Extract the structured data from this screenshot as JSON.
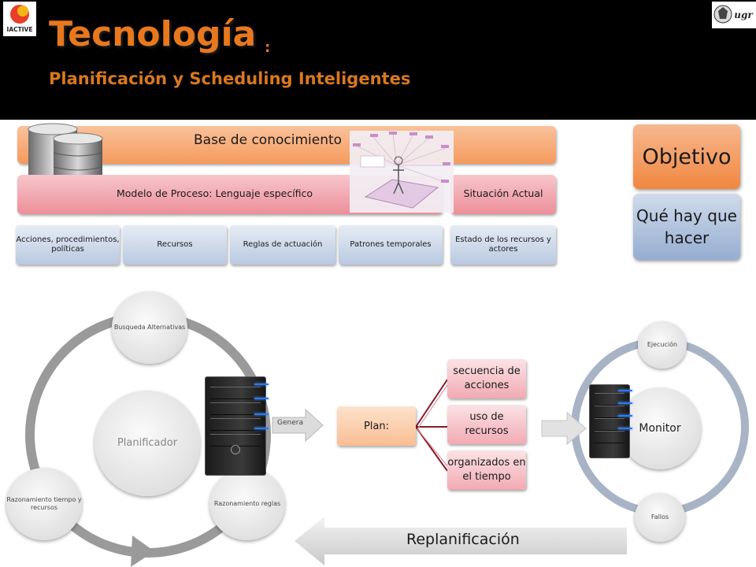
{
  "header": {
    "title": "Tecnología",
    "title_colon": ":",
    "subtitle": "Planificación y Scheduling Inteligentes",
    "logo_left_text": "IACTIVE",
    "logo_right_text": "ugr"
  },
  "knowledge": {
    "base_label": "Base de conocimiento",
    "model_label": "Modelo de Proceso: Lenguaje específico",
    "situation_label": "Situación Actual",
    "cells": [
      "Acciones, procedimientos, políticas",
      "Recursos",
      "Reglas de actuación",
      "Patrones temporales",
      "Estado de los recursos y actores"
    ]
  },
  "objective": {
    "title": "Objetivo",
    "text": "Qué hay que hacer"
  },
  "planner": {
    "center": "Planificador",
    "nodes": [
      "Busqueda Alternativas",
      "Razonamiento reglas",
      "Razonamiento tiempo y recursos"
    ],
    "arrow_label": "Genera"
  },
  "plan": {
    "label": "Plan:",
    "items": [
      "secuencia de acciones",
      "uso de recursos",
      "organizados en el tiempo"
    ]
  },
  "monitor": {
    "center": "Monitor",
    "top": "Ejecución",
    "bottom": "Fallos"
  },
  "replan": {
    "label": "Replanificación"
  },
  "colors": {
    "title_orange": "#e8781e",
    "cycle_grey": "#9a9a9a",
    "monitor_cycle": "#a8b4c6",
    "tree_line": "#8b1a2a"
  }
}
